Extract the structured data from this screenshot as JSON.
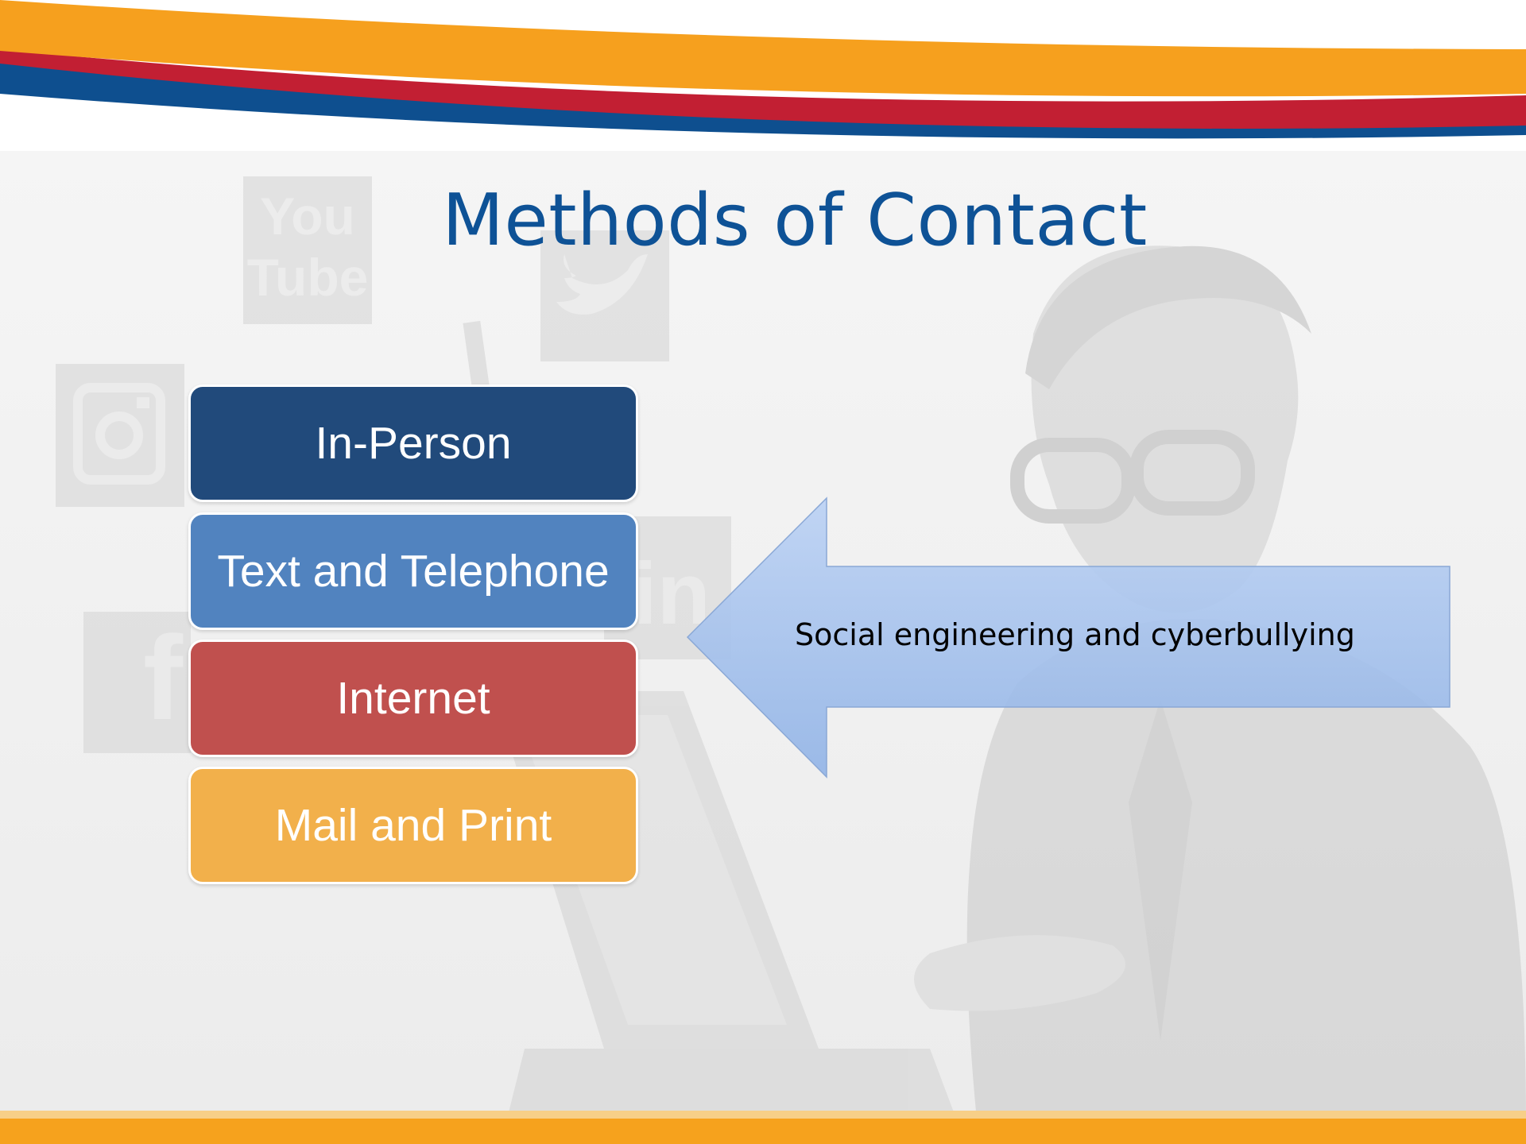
{
  "slide": {
    "title": "Methods of Contact",
    "methods": [
      {
        "label": "In-Person",
        "color": "#214a7b"
      },
      {
        "label": "Text and Telephone",
        "color": "#5183bf"
      },
      {
        "label": "Internet",
        "color": "#c0504e"
      },
      {
        "label": "Mail and Print",
        "color": "#f2b04b"
      }
    ],
    "arrow_text": "Social engineering and cyberbullying"
  },
  "background": {
    "watermark_icons": [
      "youtube-icon",
      "twitter-icon",
      "instagram-icon",
      "facebook-icon",
      "linkedin-icon"
    ],
    "watermark_tube_text": "Tube",
    "watermark_you_text": "You",
    "watermark_fb_text": "f",
    "watermark_in_text": "in"
  },
  "colors": {
    "title": "#0e5296",
    "band_orange": "#f6a01e",
    "band_red": "#c21f33",
    "band_blue": "#0e4f8f",
    "footer_orange": "#f6a21d",
    "arrow_fill": "#9fc0ee"
  }
}
